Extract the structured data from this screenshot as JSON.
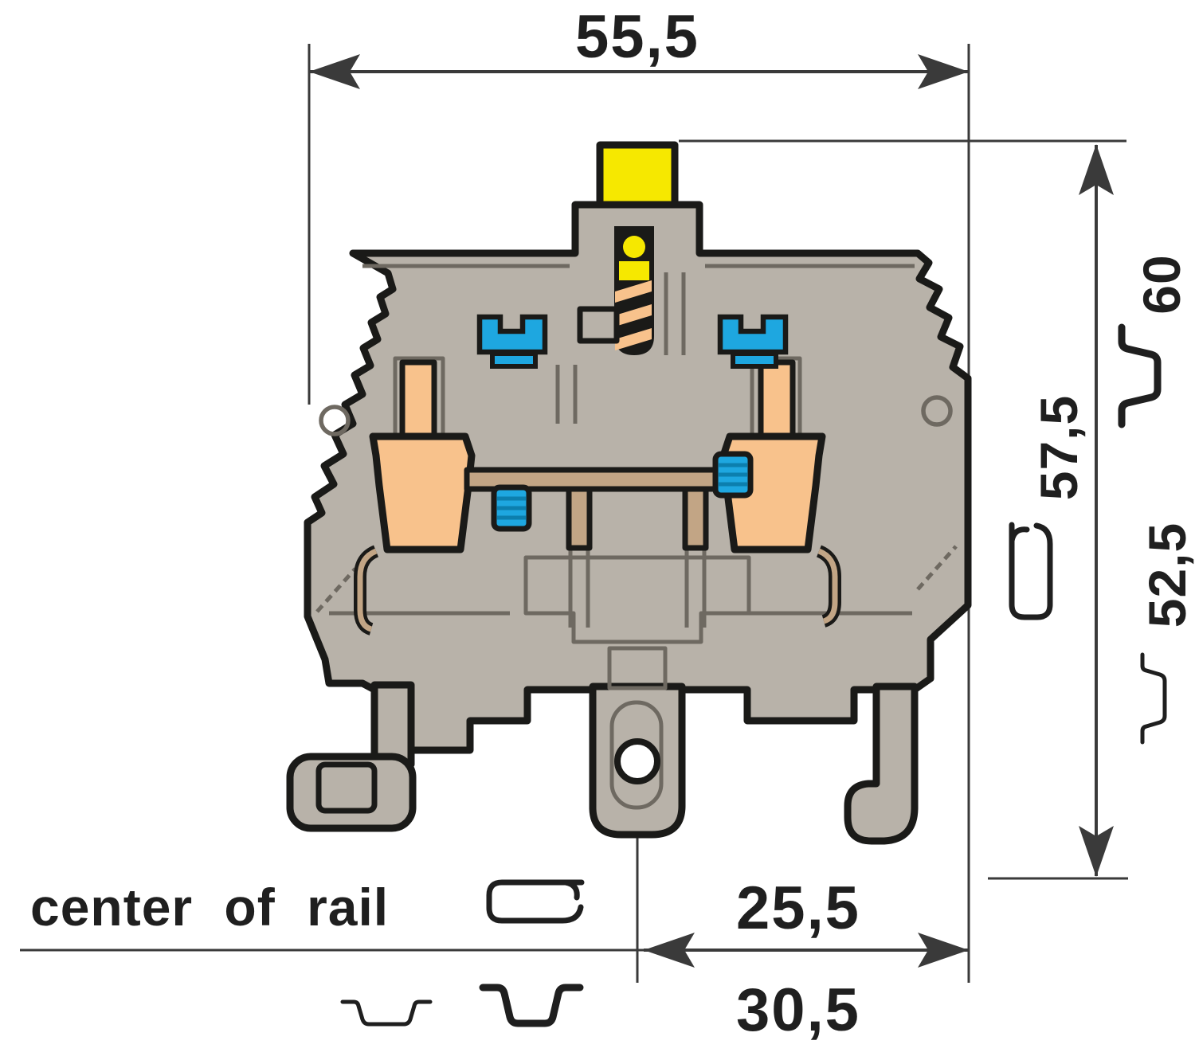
{
  "diagram": {
    "type": "technical-dimension-drawing",
    "subject": "DIN-rail terminal block cross-section",
    "top_width": {
      "value": "55,5"
    },
    "right_heights": [
      {
        "value": "60",
        "rail_icon": "top-hat-rail-icon"
      },
      {
        "value": "57,5",
        "rail_icon": "g-rail-icon"
      },
      {
        "value": "52,5",
        "rail_icon": "shallow-rail-icon"
      }
    ],
    "bottom_offsets": {
      "upper": "25,5",
      "lower": "30,5"
    },
    "center_of_rail_label": "center of rail",
    "bottom_rail_icons": [
      "shallow-rail-icon",
      "top-hat-rail-icon"
    ],
    "colors": {
      "body": "#b8b2a9",
      "body_line": "#6e6961",
      "outline": "#1a1a18",
      "yellow": "#f6e800",
      "blue": "#1ea7e0",
      "blue_dark": "#0c7fae",
      "orange": "#f8c28c",
      "copper": "#c2a585",
      "dim": "#3a3a3a",
      "text": "#1f1f1f",
      "white": "#ffffff"
    }
  }
}
